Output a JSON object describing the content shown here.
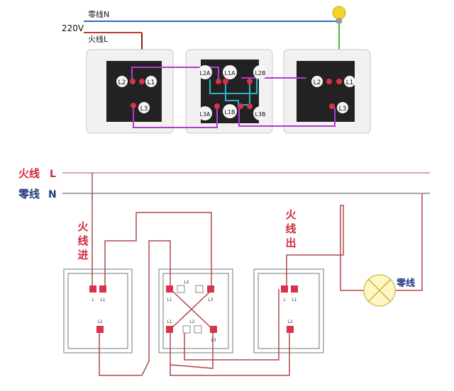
{
  "photo": {
    "neutral_label": "零线N",
    "voltage_label": "220V",
    "live_label": "火线L",
    "left_switch": {
      "t1": "L2",
      "t2": "L1",
      "t3": "L3"
    },
    "middle_switch": {
      "t1": "L2A",
      "t2": "L1A",
      "t3": "L2B",
      "t4": "L3A",
      "t5": "L1B",
      "t6": "L3B"
    },
    "right_switch": {
      "t1": "L2",
      "t2": "L1",
      "t3": "L3"
    }
  },
  "schematic": {
    "live_label": "火线",
    "live_letter": "L",
    "neutral_label": "零线",
    "neutral_letter": "N",
    "live_in_label": [
      "火",
      "线",
      "进"
    ],
    "live_out_label": [
      "火",
      "线",
      "出"
    ],
    "lamp_neutral_label": "零线",
    "left_switch": {
      "t1": "L",
      "t2": "L1",
      "t3": "L2"
    },
    "middle_switch": {
      "t1": "L1",
      "t2": "L2",
      "t3": "L3",
      "t4": "L1",
      "t5": "L2",
      "t6": "L3"
    },
    "right_switch": {
      "t1": "L",
      "t2": "L1",
      "t3": "L2"
    }
  },
  "colors": {
    "neutral_wire": "#2b6cc4",
    "live_wire": "#c0392b",
    "purple_wire": "#b23bd6",
    "cyan_wire": "#2bb5c8",
    "green_wire": "#3fbf3f",
    "bulb": "#f3d52a",
    "terminal": "#d9334b",
    "label_red": "#d0293b",
    "label_navy": "#1f3a7a"
  }
}
